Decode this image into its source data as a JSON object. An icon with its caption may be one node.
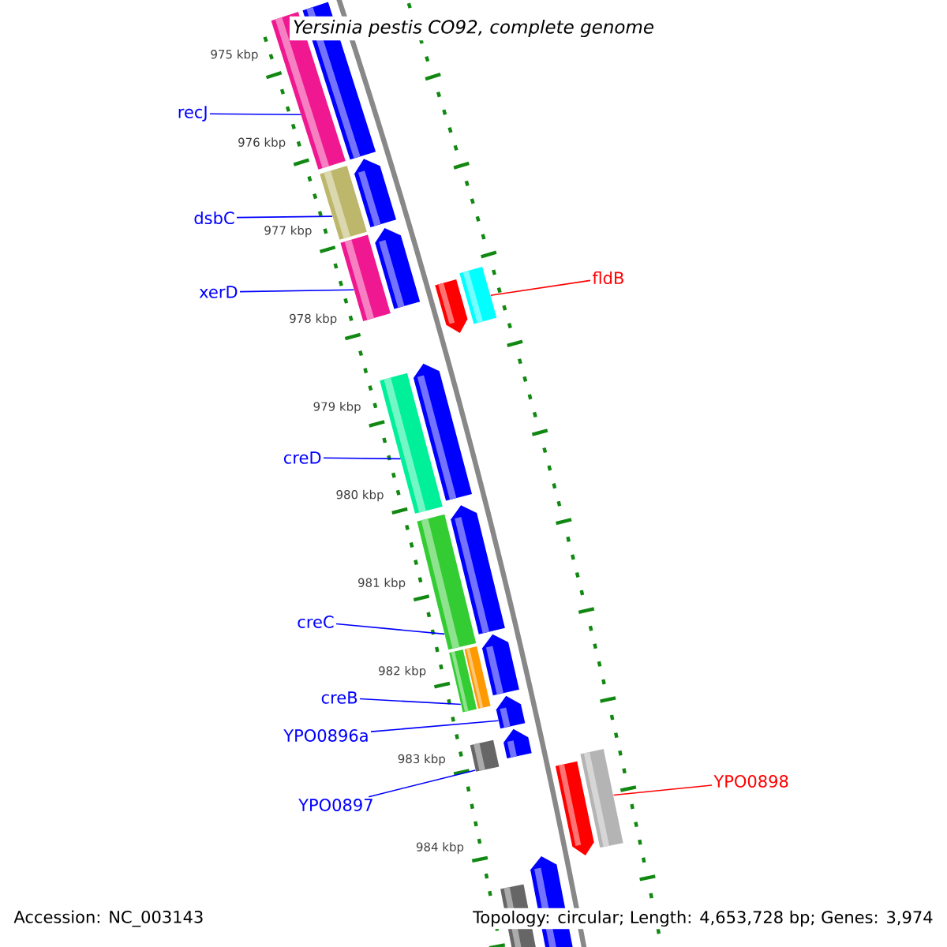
{
  "diagram": {
    "title": "*Yersinia pestis* CO92, complete genome",
    "nodes": [
      {
        "text": [
          "recJ"
        ]
      },
      {
        "text": [
          "dsbC"
        ]
      },
      {
        "text": [
          "xerD"
        ]
      },
      {
        "text": [
          "creD"
        ]
      },
      {
        "text": [
          "creC"
        ]
      },
      {
        "text": [
          "creB"
        ]
      },
      {
        "text": [
          "YPO0896a"
        ]
      },
      {
        "text": [
          "YPO0897"
        ]
      },
      {
        "text": [
          "fldB"
        ]
      },
      {
        "text": [
          "YPO0898"
        ]
      },
      {
        "text": [],
        "shape": "bar"
      },
      {
        "text": [],
        "shape": "bar"
      },
      {
        "text": [],
        "shape": "bar"
      },
      {
        "text": [],
        "shape": "bar"
      },
      {
        "text": [],
        "shape": "bar"
      },
      {
        "text": [],
        "shape": "bar"
      },
      {
        "text": [],
        "shape": "bar"
      },
      {
        "text": [],
        "shape": "bar"
      },
      {
        "text": [],
        "shape": "bar"
      },
      {
        "text": [],
        "shape": "bar"
      },
      {
        "text": [],
        "shape": "bar"
      },
      {
        "text": [],
        "shape": "bar"
      },
      {
        "text": [],
        "shape": "bar"
      },
      {
        "text": [],
        "shape": "bar"
      },
      {
        "text": [],
        "shape": "bar"
      },
      {
        "text": [],
        "shape": "bar"
      },
      {
        "text": [],
        "shape": "bar"
      },
      {
        "text": [],
        "shape": "bar"
      },
      {
        "text": [],
        "shape": "bar"
      },
      {
        "text": [],
        "shape": "bar"
      },
      {
        "text": [],
        "shape": "bar"
      },
      {
        "text": [],
        "shape": "bar"
      }
    ],
    "edges": [
      {
        "from": 0,
        "to": 10,
        "arrow": "none"
      },
      {
        "from": 1,
        "to": 11,
        "arrow": "none"
      },
      {
        "from": 2,
        "to": 12,
        "arrow": "none"
      },
      {
        "from": 3,
        "to": 13,
        "arrow": "none"
      },
      {
        "from": 4,
        "to": 14,
        "arrow": "none"
      },
      {
        "from": 5,
        "to": 15,
        "arrow": "none"
      },
      {
        "from": 6,
        "to": 16,
        "arrow": "none"
      },
      {
        "from": 7,
        "to": 17,
        "arrow": "none"
      },
      {
        "from": 8,
        "to": 18,
        "arrow": "none",
        "color": "#ff0000"
      },
      {
        "from": 9,
        "to": 19,
        "arrow": "none",
        "color": "#ff0000"
      }
    ],
    "labels": [
      "975 kbp",
      "976 kbp",
      "977 kbp",
      "978 kbp",
      "979 kbp",
      "980 kbp",
      "981 kbp",
      "982 kbp",
      "983 kbp",
      "984 kbp",
      "Accession: NC_003143",
      "Topology: circular; Length: 4,653,728 bp; Genes: 3,974"
    ]
  }
}
